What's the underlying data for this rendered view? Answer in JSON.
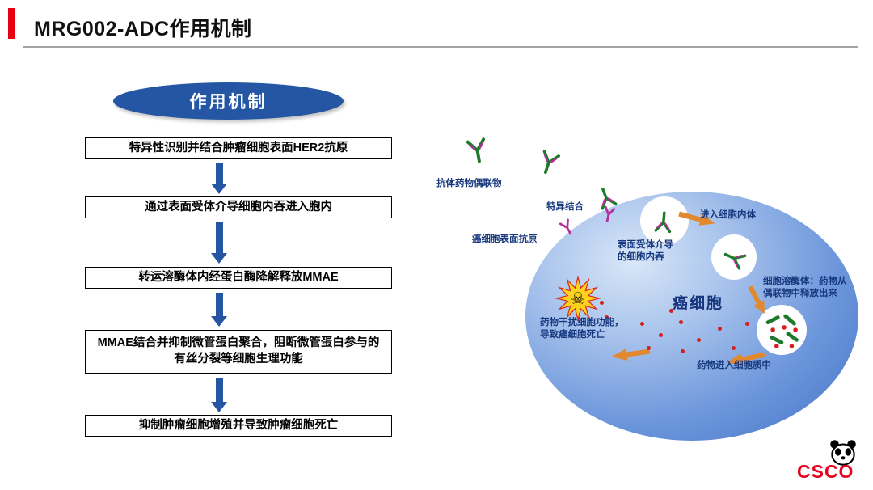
{
  "header": {
    "title": "MRG002-ADC作用机制"
  },
  "flowchart": {
    "header_label": "作用机制",
    "steps": [
      "特异性识别并结合肿瘤细胞表面HER2抗原",
      "通过表面受体介导细胞内吞进入胞内",
      "转运溶酶体内经蛋白酶降解释放MMAE",
      "MMAE结合并抑制微管蛋白聚合，阻断微管蛋白参与的有丝分裂等细胞生理功能",
      "抑制肿瘤细胞增殖并导致肿瘤细胞死亡"
    ]
  },
  "diagram": {
    "cell_label": "癌细胞",
    "adc_label": "抗体药物偶联物",
    "binding_label": "特异结合",
    "antigen_label": "癌细胞表面抗原",
    "endocytosis_label": "表面受体介导\n的细胞内吞",
    "endosome_label": "进入细胞内体",
    "lysosome_label": "细胞溶酶体：药物从\n偶联物中释放出来",
    "disrupt_label": "药物干扰细胞功能，\n导致癌细胞死亡",
    "cytoplasm_label": "药物进入细胞质中"
  },
  "footer": {
    "logo_text": "CSCO"
  },
  "colors": {
    "accent_red": "#e60012",
    "flow_blue": "#2456a4",
    "label_navy": "#17387e",
    "arrow_orange": "#e2882f",
    "logo_red": "#e8001d"
  }
}
